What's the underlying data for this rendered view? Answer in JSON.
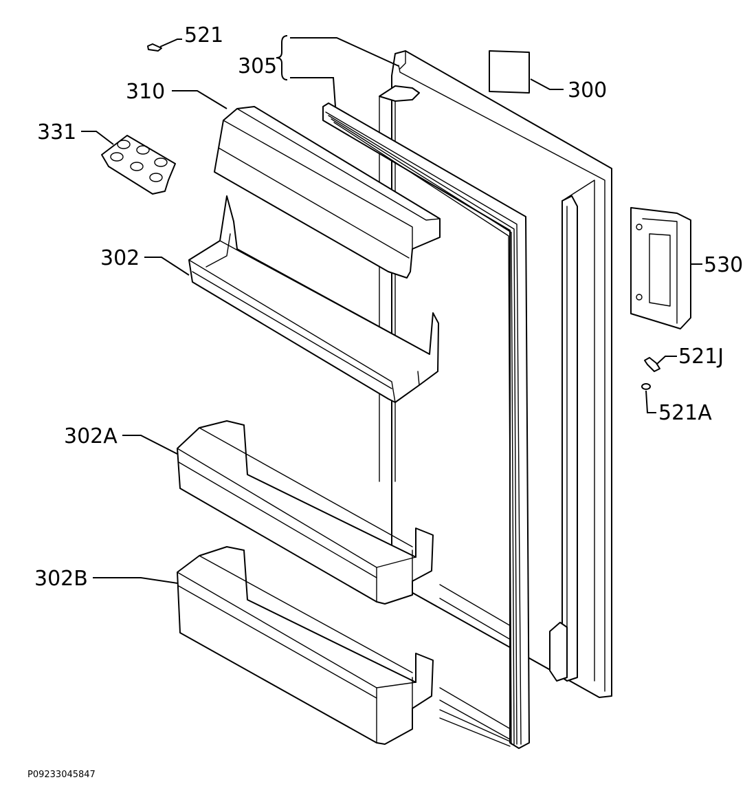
{
  "diagram": {
    "parts": [
      {
        "id": "521",
        "label": "521"
      },
      {
        "id": "305",
        "label": "305"
      },
      {
        "id": "300",
        "label": "300"
      },
      {
        "id": "310",
        "label": "310"
      },
      {
        "id": "331",
        "label": "331"
      },
      {
        "id": "302",
        "label": "302"
      },
      {
        "id": "530",
        "label": "530"
      },
      {
        "id": "521J",
        "label": "521J"
      },
      {
        "id": "521A",
        "label": "521A"
      },
      {
        "id": "302A",
        "label": "302A"
      },
      {
        "id": "302B",
        "label": "302B"
      }
    ],
    "drawing_number": "P09233045847"
  }
}
